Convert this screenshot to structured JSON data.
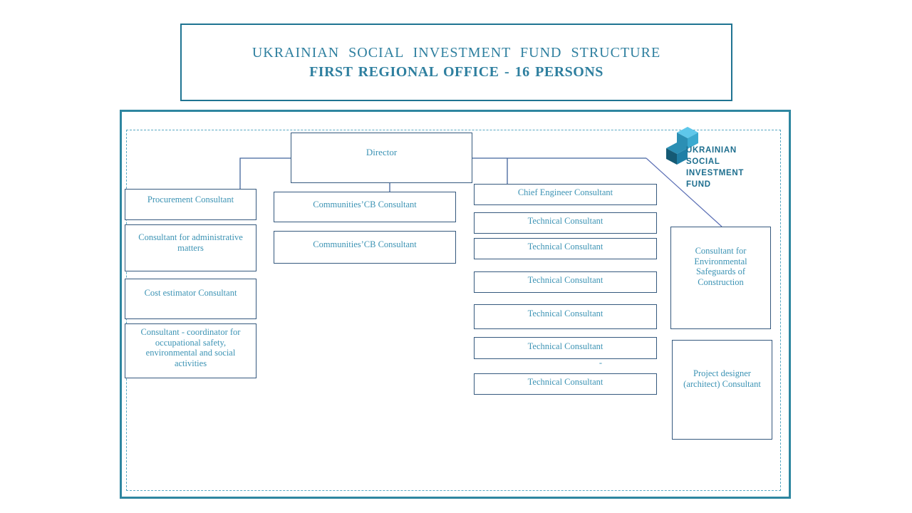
{
  "title": {
    "line1": "UKRAINIAN SOCIAL INVESTMENT FUND STRUCTURE",
    "line2": "FIRST REGIONAL OFFICE - 16 PERSONS"
  },
  "logo": {
    "icon": "stacked-cubes-icon",
    "lines": [
      "UKRAINIAN",
      "SOCIAL",
      "INVESTMENT",
      "FUND"
    ]
  },
  "org": {
    "director": {
      "label": "Director"
    },
    "left_column": [
      {
        "label": "Procurement Consultant"
      },
      {
        "label": "Consultant for administrative matters"
      },
      {
        "label": "Cost estimator Consultant"
      },
      {
        "label": "Consultant - coordinator for occupational safety, environmental and social activities"
      }
    ],
    "communities_column": [
      {
        "label": "Communities’CB Consultant"
      },
      {
        "label": "Communities’CB Consultant"
      }
    ],
    "engineering_column": {
      "head": {
        "label": "Chief Engineer Consultant"
      },
      "technical": [
        {
          "label": "Technical Consultant"
        },
        {
          "label": "Technical Consultant"
        },
        {
          "label": "Technical Consultant"
        },
        {
          "label": "Technical Consultant"
        },
        {
          "label": "Technical Consultant"
        },
        {
          "label": "Technical Consultant"
        }
      ],
      "stray_dash": "-"
    },
    "right_column": [
      {
        "label": "Consultant for Environmental Safeguards of Construction"
      },
      {
        "label": "Project designer (architect) Consultant"
      }
    ]
  },
  "colors": {
    "accent_teal": "#2e86a0",
    "title_text": "#2e7f9f",
    "node_border": "#35597e",
    "node_text": "#3c93b4",
    "connector": "#41639c",
    "dashed_border": "#58a8c2",
    "logo_text": "#1d6e8e",
    "cube_light": "#5ec7ea",
    "cube_mid": "#3aa9cf",
    "cube_deep": "#2b8fb4",
    "cube_dark": "#155a74",
    "cube_shadow": "#1f7fa6"
  }
}
